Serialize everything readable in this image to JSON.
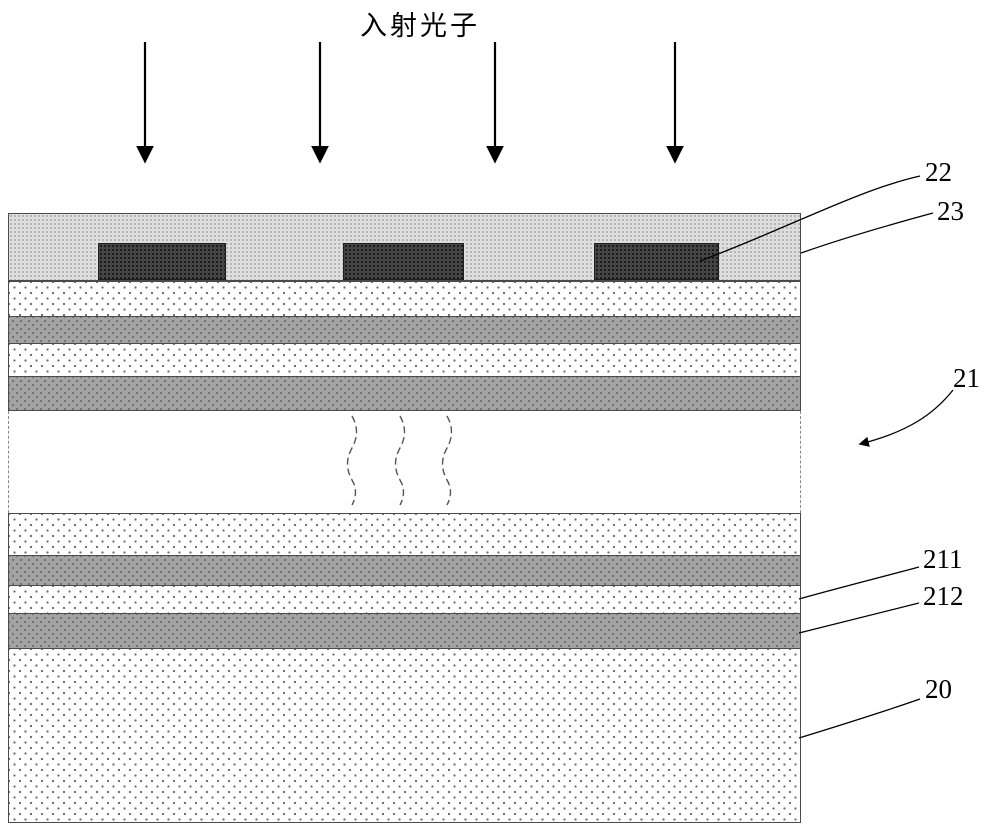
{
  "figure": {
    "title": "入射光子",
    "annotations": {
      "a22": "22",
      "a23": "23",
      "a21": "21",
      "a211": "211",
      "a212": "212",
      "a20": "20"
    }
  }
}
